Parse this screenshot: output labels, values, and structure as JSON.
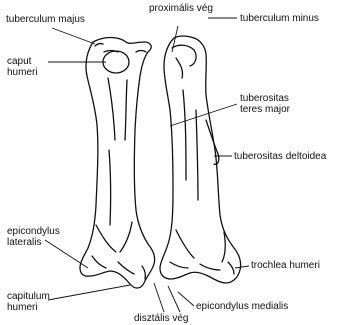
{
  "labels": {
    "tuberculum_majus": "tuberculum majus",
    "proximalis_veg": "proximális vég",
    "tuberculum_minus": "tuberculum minus",
    "caput_humeri_1": "caput",
    "caput_humeri_2": "humeri",
    "tuberositas_teres_1": "tuberositas",
    "tuberositas_teres_2": "teres major",
    "tuberositas_deltoidea": "tuberositas deltoidea",
    "epicondylus_lateralis_1": "epicondylus",
    "epicondylus_lateralis_2": "lateralis",
    "trochlea_humeri": "trochlea humeri",
    "capitulum_humeri_1": "capitulum",
    "capitulum_humeri_2": "humeri",
    "epicondylus_medialis": "epicondylus medialis",
    "disztalis_veg": "disztális vég"
  },
  "colors": {
    "ink": "#111111",
    "paper": "#ffffff"
  }
}
